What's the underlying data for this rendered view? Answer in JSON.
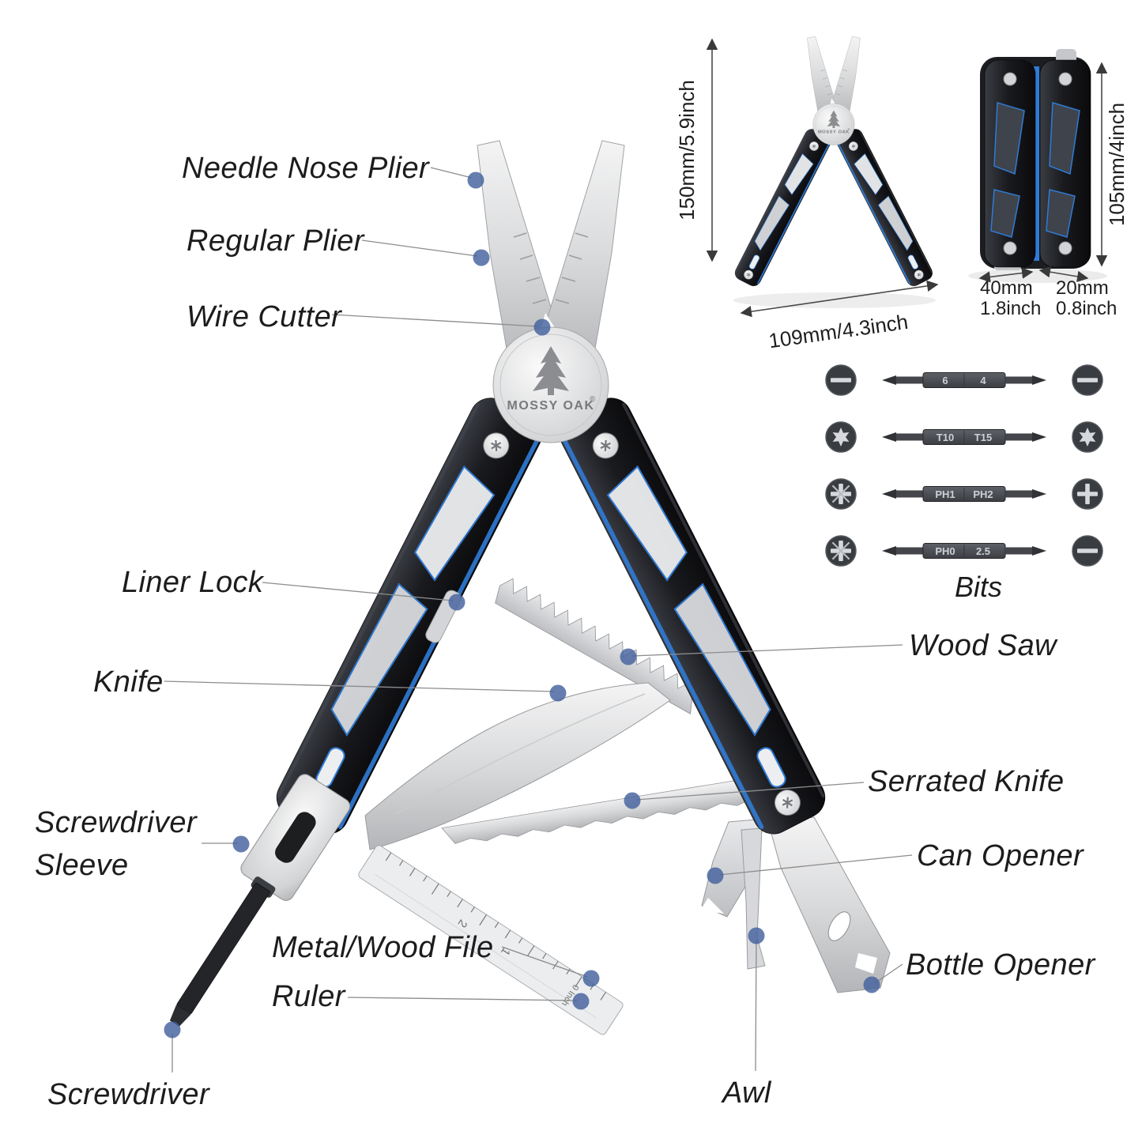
{
  "product": {
    "brand_logo": "MOSSY OAK",
    "registered_mark": "®"
  },
  "callout_labels": {
    "needle_nose_plier": "Needle Nose Plier",
    "regular_plier": "Regular Plier",
    "wire_cutter": "Wire Cutter",
    "liner_lock": "Liner Lock",
    "knife": "Knife",
    "screwdriver_sleeve_line1": "Screwdriver",
    "screwdriver_sleeve_line2": "Sleeve",
    "metal_wood_file": "Metal/Wood File",
    "ruler": "Ruler",
    "screwdriver": "Screwdriver",
    "wood_saw": "Wood Saw",
    "serrated_knife": "Serrated Knife",
    "can_opener": "Can Opener",
    "bottle_opener": "Bottle Opener",
    "awl": "Awl"
  },
  "dimensions": {
    "open_height": "150mm/5.9inch",
    "open_length": "109mm/4.3inch",
    "closed_height": "105mm/4inch",
    "closed_width_mm": "40mm",
    "closed_width_inch": "1.8inch",
    "closed_thickness_mm": "20mm",
    "closed_thickness_inch": "0.8inch"
  },
  "bits": {
    "section_label": "Bits",
    "rows": [
      {
        "left_icon": "slotted-bit-icon",
        "marking_a": "6",
        "marking_b": "4",
        "right_icon": "slotted-bit-icon"
      },
      {
        "left_icon": "torx-bit-icon",
        "marking_a": "T10",
        "marking_b": "T15",
        "right_icon": "torx-bit-icon"
      },
      {
        "left_icon": "pozidriv-bit-icon",
        "marking_a": "PH1",
        "marking_b": "PH2",
        "right_icon": "phillips-bit-icon"
      },
      {
        "left_icon": "pozidriv-bit-icon",
        "marking_a": "PH0",
        "marking_b": "2.5",
        "right_icon": "slotted-bit-icon"
      }
    ]
  },
  "ruler_markings": {
    "mark_2": "2",
    "mark_1": "1",
    "mark_0": "0 Inch"
  },
  "colors": {
    "accent_blue": "#2f7bd6",
    "anchor_dot": "#44629e",
    "leader_line": "#8c8c8c",
    "handle_black": "#17181c",
    "background": "#ffffff"
  }
}
